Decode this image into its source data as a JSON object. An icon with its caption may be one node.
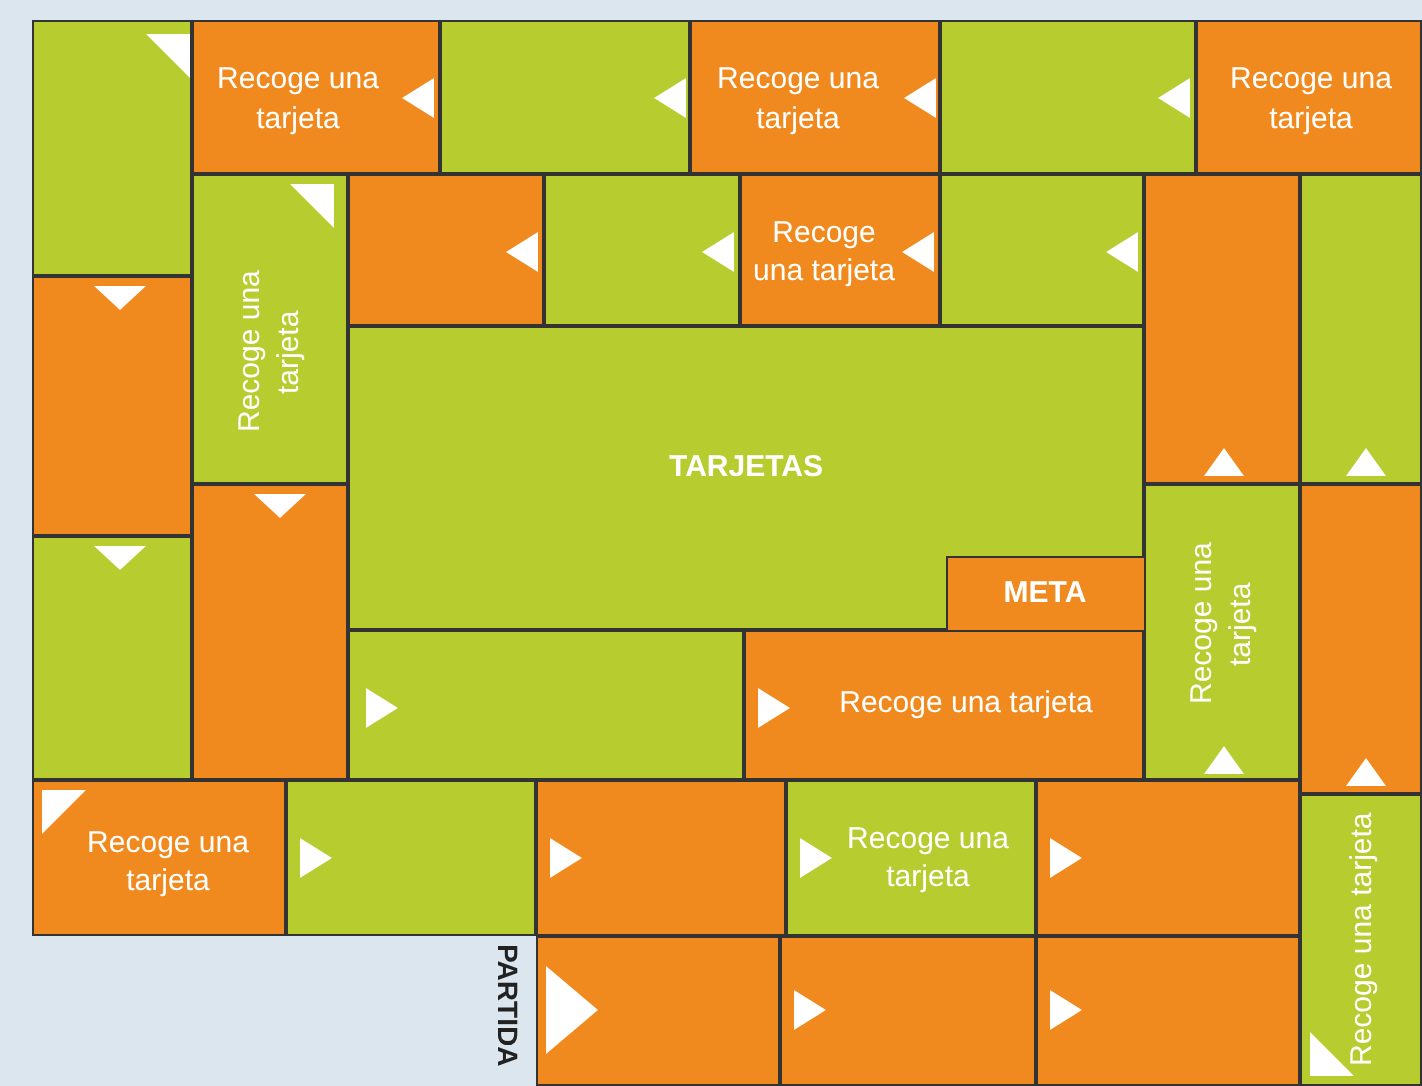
{
  "diagram": {
    "nodes": [
      {
        "text": [],
        "shape": "box"
      },
      {
        "text": [
          "Recoge una tarjeta"
        ]
      },
      {
        "text": [],
        "shape": "box"
      },
      {
        "text": [
          "Recoge una tarjeta"
        ]
      },
      {
        "text": [],
        "shape": "box"
      },
      {
        "text": [
          "Recoge una tarjeta"
        ]
      },
      {
        "text": [
          "Recoge una tarjeta"
        ]
      },
      {
        "text": [],
        "shape": "box"
      },
      {
        "text": [],
        "shape": "box"
      },
      {
        "text": [
          "Recoge una tarjeta"
        ]
      },
      {
        "text": [],
        "shape": "box"
      },
      {
        "text": [],
        "shape": "box"
      },
      {
        "text": [],
        "shape": "box"
      },
      {
        "text": [],
        "shape": "box"
      },
      {
        "text": [
          "TARJETAS"
        ]
      },
      {
        "text": [
          "META"
        ],
        "in": 14
      },
      {
        "text": [],
        "shape": "box"
      },
      {
        "text": [
          "Recoge una tarjeta"
        ]
      },
      {
        "text": [],
        "shape": "box"
      },
      {
        "text": [],
        "shape": "box"
      },
      {
        "text": [],
        "shape": "box"
      },
      {
        "text": [
          "Recoge una tarjeta"
        ]
      },
      {
        "text": [
          "Recoge una tarjeta"
        ]
      },
      {
        "text": [],
        "shape": "box"
      },
      {
        "text": [],
        "shape": "box"
      },
      {
        "text": [
          "Recoge una tarjeta"
        ]
      },
      {
        "text": [],
        "shape": "box"
      },
      {
        "text": [
          "Recoge una tarjeta"
        ]
      },
      {
        "text": [],
        "shape": "box"
      },
      {
        "text": [],
        "shape": "box"
      },
      {
        "text": [],
        "shape": "box"
      }
    ],
    "edges": [],
    "labels": [
      "PARTIDA"
    ]
  }
}
